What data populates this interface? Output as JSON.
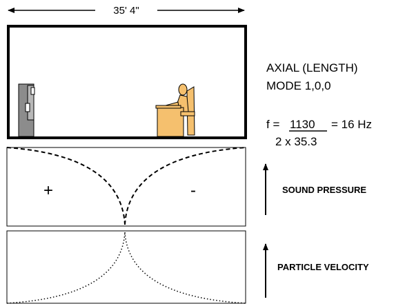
{
  "dimension": {
    "label": "35' 4\""
  },
  "mode": {
    "title_line1": "AXIAL (LENGTH)",
    "title_line2": "MODE 1,0,0"
  },
  "formula": {
    "prefix": "f =",
    "numerator": "1130",
    "result": "= 16 Hz",
    "denominator": "2 x 35.3"
  },
  "pressure": {
    "label": "SOUND PRESSURE",
    "plus_sign": "+",
    "minus_sign": "-"
  },
  "velocity": {
    "label": "PARTICLE VELOCITY"
  },
  "colors": {
    "line": "#000000",
    "speaker": "#8c8c8c",
    "listener": "#f5c06e",
    "background": "#ffffff"
  },
  "icons": {
    "speaker": "loudspeaker-icon",
    "listener": "seated-listener-icon"
  }
}
